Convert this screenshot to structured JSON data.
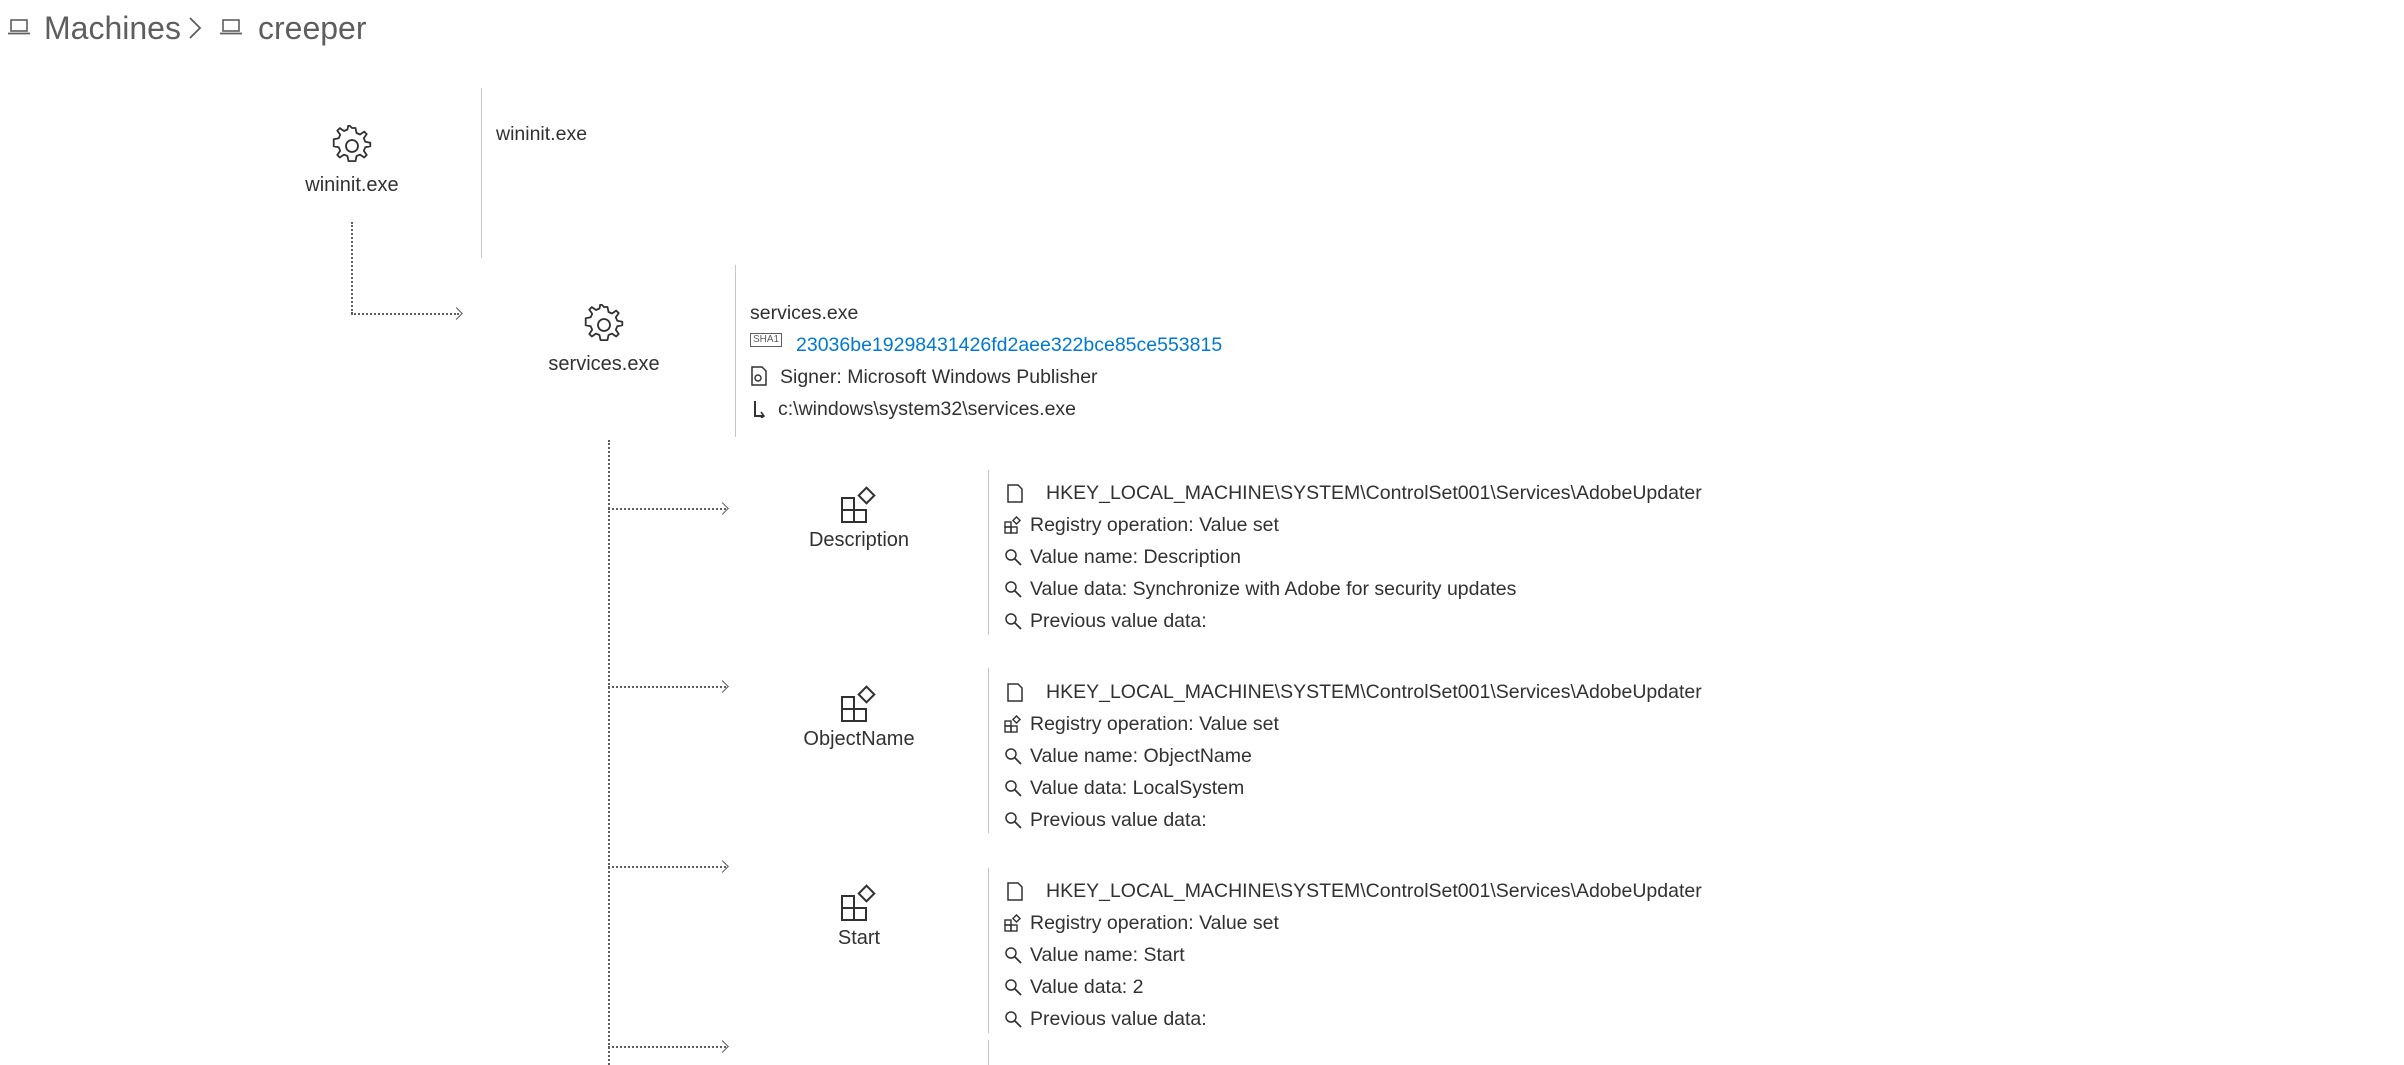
{
  "breadcrumb": {
    "items": [
      {
        "label": "Machines",
        "icon": "laptop-icon"
      },
      {
        "label": "creeper",
        "icon": "laptop-icon"
      }
    ],
    "separator_icon": "chevron-right-icon"
  },
  "tree": {
    "root": {
      "name": "wininit.exe",
      "icon": "gear-icon",
      "details": {
        "title": "wininit.exe"
      }
    },
    "child": {
      "name": "services.exe",
      "icon": "gear-icon",
      "details": {
        "title": "services.exe",
        "sha1_label": "SHA1",
        "sha1": "23036be19298431426fd2aee322bce85ce553815",
        "signer": "Signer: Microsoft Windows Publisher",
        "path": "c:\\windows\\system32\\services.exe"
      }
    },
    "registry_events": [
      {
        "name": "Description",
        "icon": "registry-icon",
        "key": "HKEY_LOCAL_MACHINE\\SYSTEM\\ControlSet001\\Services\\AdobeUpdater",
        "operation": "Registry operation: Value set",
        "value_name": "Value name: Description",
        "value_data": "Value data: Synchronize with Adobe for security updates",
        "previous": "Previous value data:"
      },
      {
        "name": "ObjectName",
        "icon": "registry-icon",
        "key": "HKEY_LOCAL_MACHINE\\SYSTEM\\ControlSet001\\Services\\AdobeUpdater",
        "operation": "Registry operation: Value set",
        "value_name": "Value name: ObjectName",
        "value_data": "Value data: LocalSystem",
        "previous": "Previous value data:"
      },
      {
        "name": "Start",
        "icon": "registry-icon",
        "key": "HKEY_LOCAL_MACHINE\\SYSTEM\\ControlSet001\\Services\\AdobeUpdater",
        "operation": "Registry operation: Value set",
        "value_name": "Value name: Start",
        "value_data": "Value data: 2",
        "previous": "Previous value data:"
      }
    ]
  },
  "colors": {
    "link": "#0078d4",
    "text": "#323130",
    "muted": "#605e5c"
  }
}
